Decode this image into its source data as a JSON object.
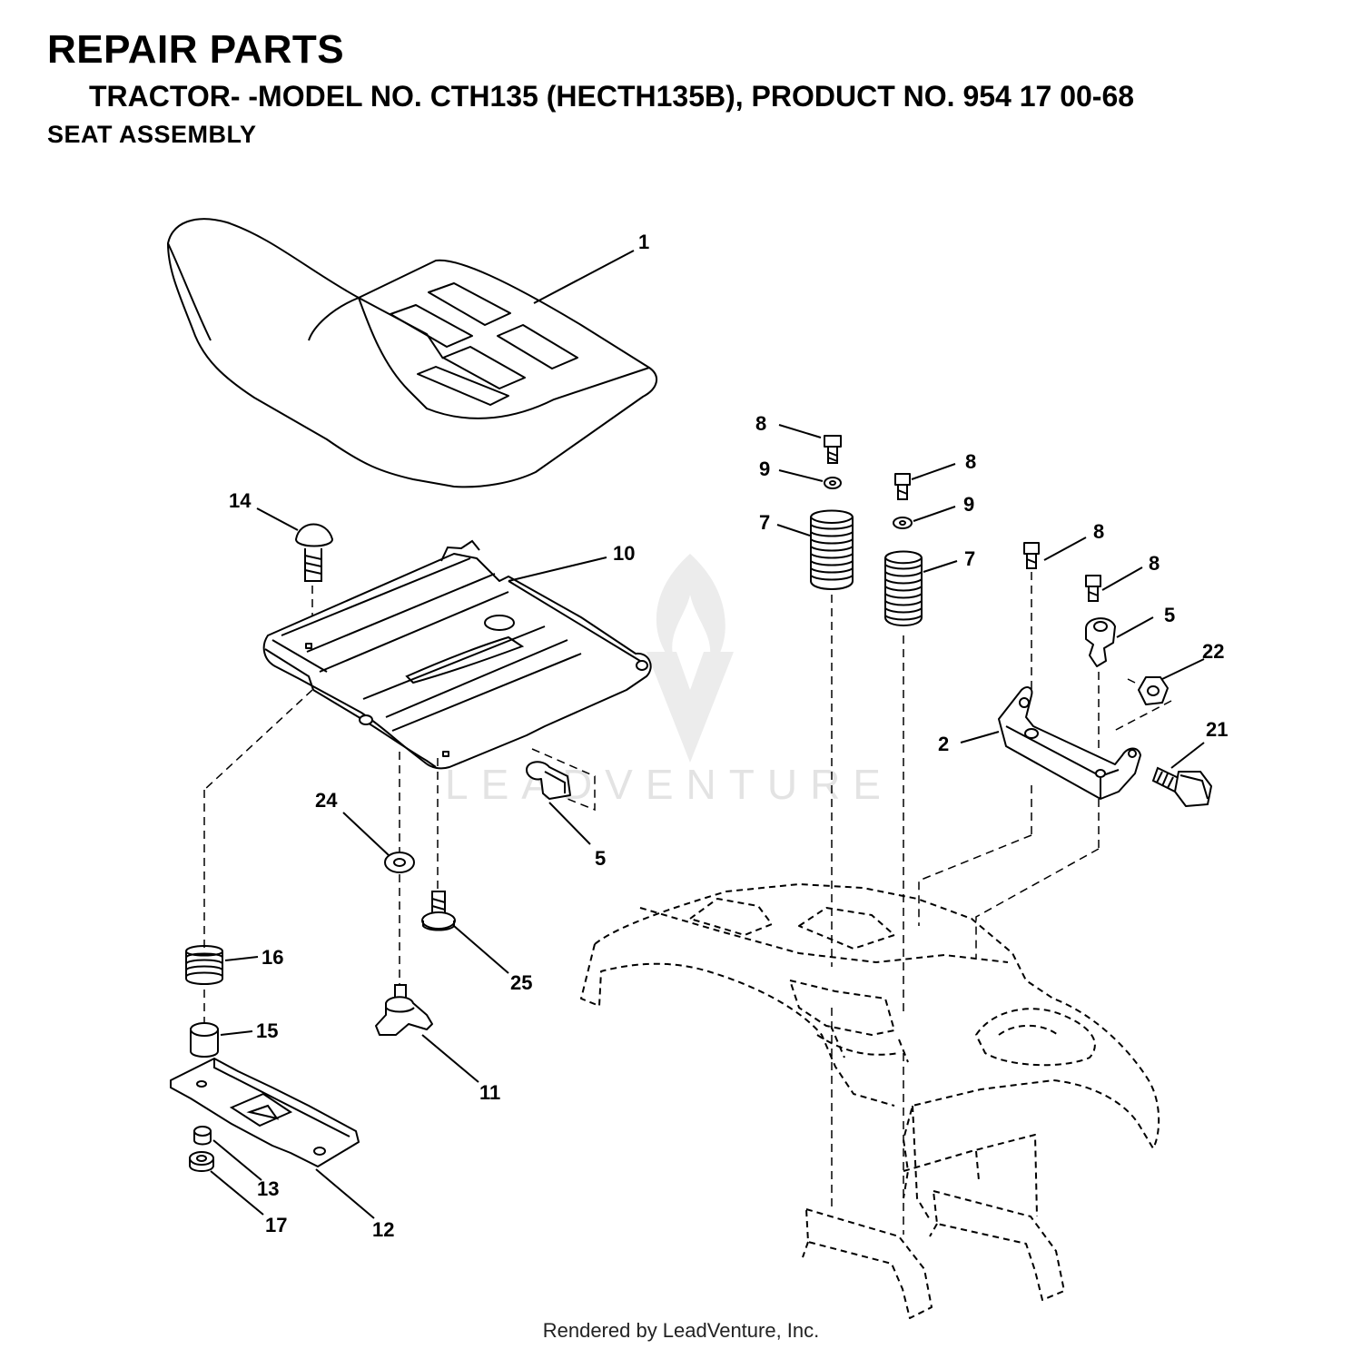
{
  "header": {
    "title": "REPAIR PARTS",
    "subtitle": "TRACTOR- -MODEL NO. CTH135 (HECTH135B), PRODUCT NO. 954 17 00-68",
    "section": "SEAT ASSEMBLY"
  },
  "watermark": "LEADVENTURE",
  "footer": "Rendered by LeadVenture, Inc.",
  "callouts": {
    "seat": "1",
    "bracket": "2",
    "clip_right": "5",
    "clip_left": "5",
    "spring_left": "7",
    "spring_right": "7",
    "bolt_a": "8",
    "bolt_b": "8",
    "bolt_c": "8",
    "bolt_d": "8",
    "washer_a": "9",
    "washer_b": "9",
    "seat_pan": "10",
    "knob": "11",
    "slide_plate": "12",
    "bushing": "13",
    "carriage_bolt": "14",
    "spacer": "15",
    "spring_small": "16",
    "nut_flange": "17",
    "bolt_shoulder": "21",
    "nut": "22",
    "washer_flat": "24",
    "screw": "25"
  }
}
